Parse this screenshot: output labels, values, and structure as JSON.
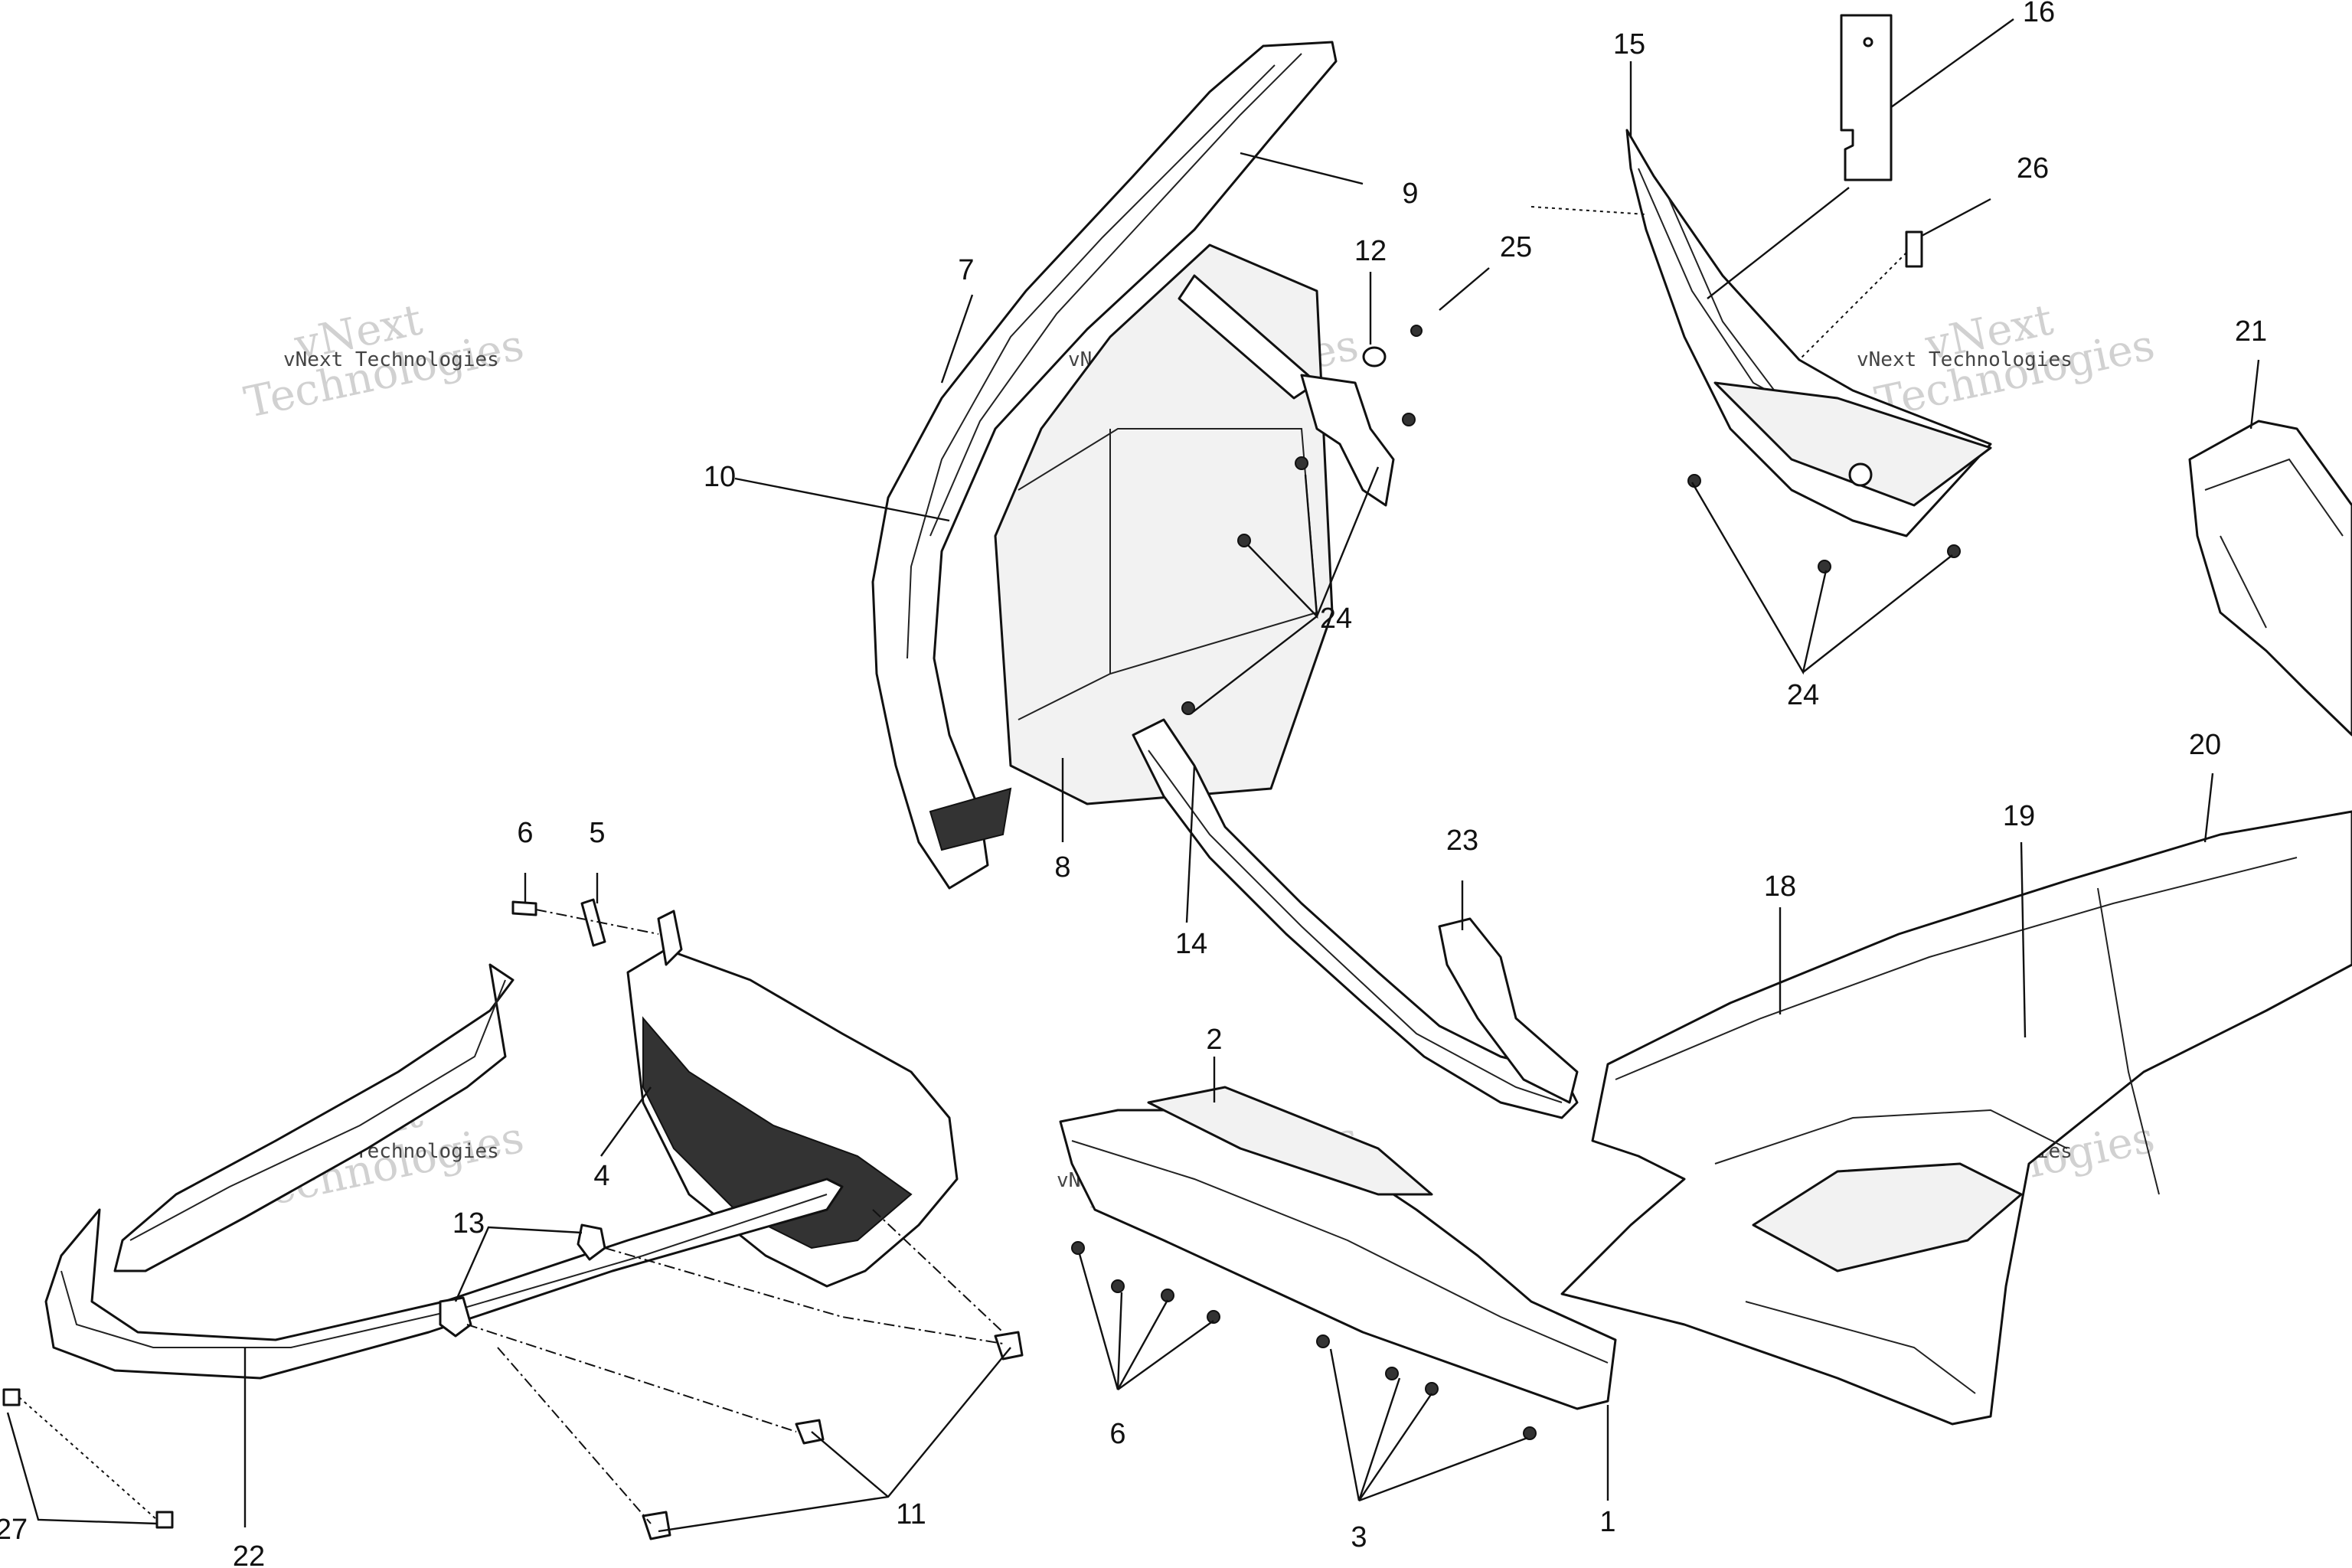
{
  "callouts": [
    {
      "id": "1",
      "label": "1"
    },
    {
      "id": "2",
      "label": "2"
    },
    {
      "id": "3",
      "label": "3"
    },
    {
      "id": "4",
      "label": "4"
    },
    {
      "id": "5",
      "label": "5"
    },
    {
      "id": "6a",
      "label": "6"
    },
    {
      "id": "6b",
      "label": "6"
    },
    {
      "id": "7",
      "label": "7"
    },
    {
      "id": "8",
      "label": "8"
    },
    {
      "id": "9",
      "label": "9"
    },
    {
      "id": "10",
      "label": "10"
    },
    {
      "id": "11",
      "label": "11"
    },
    {
      "id": "12",
      "label": "12"
    },
    {
      "id": "13",
      "label": "13"
    },
    {
      "id": "14",
      "label": "14"
    },
    {
      "id": "15",
      "label": "15"
    },
    {
      "id": "16",
      "label": "16"
    },
    {
      "id": "18",
      "label": "18"
    },
    {
      "id": "19",
      "label": "19"
    },
    {
      "id": "20",
      "label": "20"
    },
    {
      "id": "21",
      "label": "21"
    },
    {
      "id": "22",
      "label": "22"
    },
    {
      "id": "23",
      "label": "23"
    },
    {
      "id": "24a",
      "label": "24"
    },
    {
      "id": "24b",
      "label": "24"
    },
    {
      "id": "25",
      "label": "25"
    },
    {
      "id": "26",
      "label": "26"
    },
    {
      "id": "27",
      "label": "27"
    }
  ],
  "watermark": {
    "brand_line1": "vNext",
    "brand_line2": "Technologies",
    "small_text": "vNext Technologies"
  }
}
